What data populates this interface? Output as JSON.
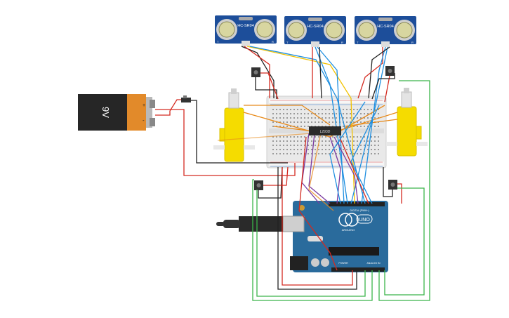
{
  "battery": {
    "label": "9V",
    "plus": "+",
    "minus": "-"
  },
  "sensors": [
    {
      "label": "HC-SR04",
      "t": "T",
      "r": "R"
    },
    {
      "label": "HC-SR04",
      "t": "T",
      "r": "R"
    },
    {
      "label": "HC-SR04",
      "t": "T",
      "r": "R"
    }
  ],
  "driver_ic": {
    "label": "L293D"
  },
  "arduino": {
    "board_label": "UNO",
    "brand": "ARDUINO",
    "digital_label": "DIGITAL (PWM~)",
    "power_label": "POWER",
    "analog_label": "ANALOG IN"
  },
  "colors": {
    "wire_red": "#d42a20",
    "wire_black": "#222222",
    "wire_green": "#3bb54a",
    "wire_blue": "#1f8fe0",
    "wire_yellow": "#f2c200",
    "wire_orange": "#e88a1a",
    "wire_purple": "#7a3aa0",
    "arduino_blue": "#2a6b9c",
    "sensor_blue": "#1d4e9a",
    "motor_yellow": "#f5dc00"
  }
}
